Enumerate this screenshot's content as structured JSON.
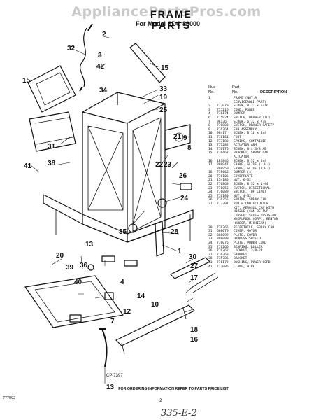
{
  "watermark": "AppliancePartsPros.com",
  "title": "FRAME PARTS",
  "subtitle": "For Model SDC 80000",
  "table_header": {
    "illus": "Illus",
    "no": "No.",
    "part": "Part",
    "part_no": "No.",
    "description": "DESCRIPTION"
  },
  "parts": [
    {
      "illus": "1",
      "part": "",
      "desc": "FRAME (NOT A"
    },
    {
      "illus": "",
      "part": "",
      "desc": "SERVICEABLE PART)"
    },
    {
      "illus": "2",
      "part": "777070",
      "desc": "SCREW, 8-32 x 5/16"
    },
    {
      "illus": "3",
      "part": "775216",
      "desc": "CORD, POWER"
    },
    {
      "illus": "4",
      "part": "776174",
      "desc": "BUMPER"
    },
    {
      "illus": "6",
      "part": "775924",
      "desc": "SWITCH, DRAWER TILT"
    },
    {
      "illus": "7",
      "part": "98136",
      "desc": "SCREW, 6-32 x 7/8"
    },
    {
      "illus": "8",
      "part": "776803",
      "desc": "SWITCH, DRAWER SAFETY"
    },
    {
      "illus": "9",
      "part": "776264",
      "desc": "FAN ASSEMBLY"
    },
    {
      "illus": "10",
      "part": "98417",
      "desc": "SCREW, 8-18 x 3/4"
    },
    {
      "illus": "11",
      "part": "776161",
      "desc": "FOOT"
    },
    {
      "illus": "12",
      "part": "777180",
      "desc": "SPRING, CONTAINER"
    },
    {
      "illus": "13",
      "part": "777282",
      "desc": "ACTUATOR ARM"
    },
    {
      "illus": "14",
      "part": "776176",
      "desc": "SCREW, 8 x 3/8 AB"
    },
    {
      "illus": "15",
      "part": "776467",
      "desc": "BRACKET, SPRAY CAN"
    },
    {
      "illus": "",
      "part": "",
      "desc": "ACTUATOR"
    },
    {
      "illus": "16",
      "part": "181846",
      "desc": "SCREW, 8-32 x 1/4"
    },
    {
      "illus": "17",
      "part": "808947",
      "desc": "FRAME, SLIDE (L.H.)"
    },
    {
      "illus": "",
      "part": "808950",
      "desc": "FRAME, SLIDE (R.H.)"
    },
    {
      "illus": "18",
      "part": "775663",
      "desc": "BUMPER (4)"
    },
    {
      "illus": "20",
      "part": "776106",
      "desc": "COVERPLATE"
    },
    {
      "illus": "21",
      "part": "154185",
      "desc": "NUT, 6-32"
    },
    {
      "illus": "22",
      "part": "776869",
      "desc": "SCREW, 8-32 x 1-44"
    },
    {
      "illus": "23",
      "part": "776050",
      "desc": "SWITCH, DIRECTIONAL"
    },
    {
      "illus": "24",
      "part": "776089",
      "desc": "SWITCH, TOP LIMIT"
    },
    {
      "illus": "25",
      "part": "776180",
      "desc": "NUT, 4-32"
    },
    {
      "illus": "26",
      "part": "776355",
      "desc": "SPRING, SPRAY CAN"
    },
    {
      "illus": "27",
      "part": "777291",
      "desc": "ROD & CAN ACTUATOR"
    },
    {
      "illus": "",
      "part": "",
      "desc": "KIT, AEROSOL CAN WITH"
    },
    {
      "illus": "",
      "part": "",
      "desc": "NOZZLE (CAN BE PUR-"
    },
    {
      "illus": "",
      "part": "",
      "desc": "CHASED: SALES DIVISION"
    },
    {
      "illus": "",
      "part": "",
      "desc": "WHIRLPOOL CORP., BENTON"
    },
    {
      "illus": "",
      "part": "",
      "desc": "HARBOR, MICHIGAN)"
    },
    {
      "illus": "30",
      "part": "776265",
      "desc": "RECEPTACLE, SPRAY CAN"
    },
    {
      "illus": "31",
      "part": "608079",
      "desc": "COVER, MOTOR"
    },
    {
      "illus": "32",
      "part": "808099",
      "desc": "PLATE, COVER"
    },
    {
      "illus": "33",
      "part": "808099",
      "desc": "HARNESS SHIELD"
    },
    {
      "illus": "34",
      "part": "776076",
      "desc": "PLATE, POWER CORD"
    },
    {
      "illus": "35",
      "part": "776266",
      "desc": "BEARING, ROLLER"
    },
    {
      "illus": "36",
      "part": "776362",
      "desc": "LOCKNUT, 3/8-24"
    },
    {
      "illus": "37",
      "part": "776268",
      "desc": "GROMMET"
    },
    {
      "illus": "38",
      "part": "775786",
      "desc": "BRACKET"
    },
    {
      "illus": "41",
      "part": "776179",
      "desc": "BUSHING, POWER CORD"
    },
    {
      "illus": "42",
      "part": "777086",
      "desc": "CLAMP, WIRE"
    }
  ],
  "callouts": [
    "2",
    "32",
    "3",
    "42",
    "15",
    "15",
    "34",
    "33",
    "19",
    "25",
    "21",
    "9",
    "31",
    "8",
    "38",
    "23",
    "41",
    "22",
    "26",
    "24",
    "13",
    "35",
    "28",
    "36",
    "1",
    "20",
    "39",
    "40",
    "30",
    "27",
    "17",
    "4",
    "14",
    "10",
    "12",
    "7",
    "18",
    "16",
    "13"
  ],
  "drawing_code": "CP-7397",
  "footer": "FOR ORDERING INFORMATION REFER TO PARTS PRICE LIST",
  "page_number": "2",
  "form_code": "777092",
  "handwritten": "335-E-2"
}
